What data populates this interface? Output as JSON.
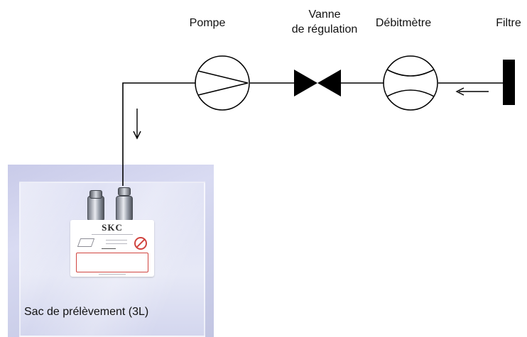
{
  "components": {
    "pump": "Pompe",
    "valve_line1": "Vanne",
    "valve_line2": "de régulation",
    "flowmeter": "Débitmètre",
    "filter": "Filtre"
  },
  "sample_bag": {
    "caption": "Sac de prélèvement (3L)",
    "brand_logo": "SKC"
  }
}
